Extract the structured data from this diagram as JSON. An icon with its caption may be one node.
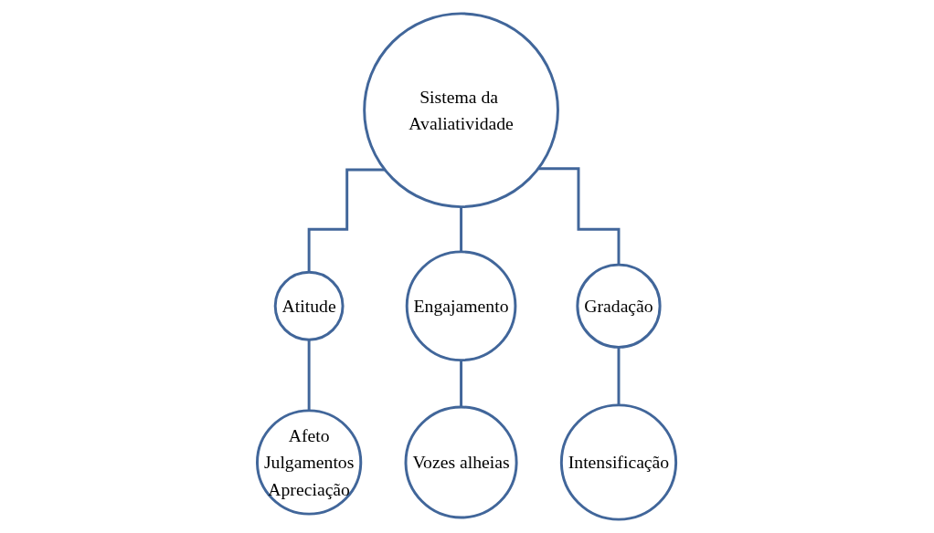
{
  "diagram": {
    "nodes": [
      {
        "text": [
          "Sistema da Avaliatividade"
        ]
      },
      {
        "text": [
          "Atitude"
        ]
      },
      {
        "text": [
          "Engajamento"
        ]
      },
      {
        "text": [
          "Gradação"
        ]
      },
      {
        "text": [
          "Afeto",
          "Julgamentos",
          "Apreciação"
        ]
      },
      {
        "text": [
          "Vozes alheias"
        ]
      },
      {
        "text": [
          "Intensificação"
        ]
      }
    ],
    "edges": [
      {
        "from": 0,
        "to": 1,
        "arrow": "none"
      },
      {
        "from": 0,
        "to": 2,
        "arrow": "none"
      },
      {
        "from": 0,
        "to": 3,
        "arrow": "none"
      },
      {
        "from": 1,
        "to": 4,
        "arrow": "none"
      },
      {
        "from": 2,
        "to": 5,
        "arrow": "none"
      },
      {
        "from": 3,
        "to": 6,
        "arrow": "none"
      }
    ]
  }
}
